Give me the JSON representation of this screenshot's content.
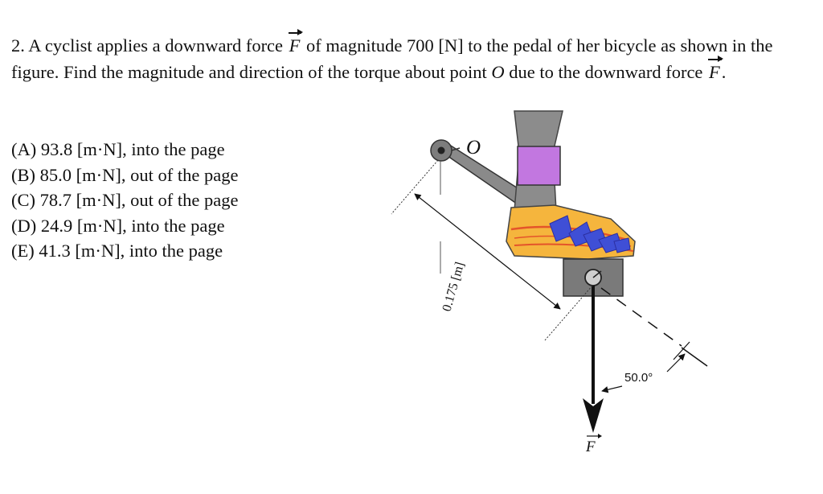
{
  "problem": {
    "number": "2.",
    "text_1": "A cyclist applies a downward force",
    "force_symbol": "F",
    "text_2": "of magnitude 700 [N] to the pedal of her bicycle as shown in the figure. Find the magnitude and direction of the torque about point",
    "point_symbol": "O",
    "text_3": "due to the downward force",
    "text_end": "."
  },
  "choices": [
    {
      "letter": "(A)",
      "text": "93.8 [m·N], into the page"
    },
    {
      "letter": "(B)",
      "text": "85.0 [m·N], out of the page"
    },
    {
      "letter": "(C)",
      "text": "78.7 [m·N], out of the page"
    },
    {
      "letter": "(D)",
      "text": "24.9 [m·N], into the page"
    },
    {
      "letter": "(E)",
      "text": "41.3 [m·N], into the page"
    }
  ],
  "figure": {
    "pivot_label": "O",
    "length_label": "0.175 [m]",
    "angle_label": "50.0°",
    "force_label": "F",
    "colors": {
      "leg": "#8c8c8c",
      "sock_band": "#c277e0",
      "shoe": "#f5b53d",
      "shoe_stripes": "#3f4fd6",
      "pedal": "#777777",
      "arrow": "#111111"
    }
  }
}
